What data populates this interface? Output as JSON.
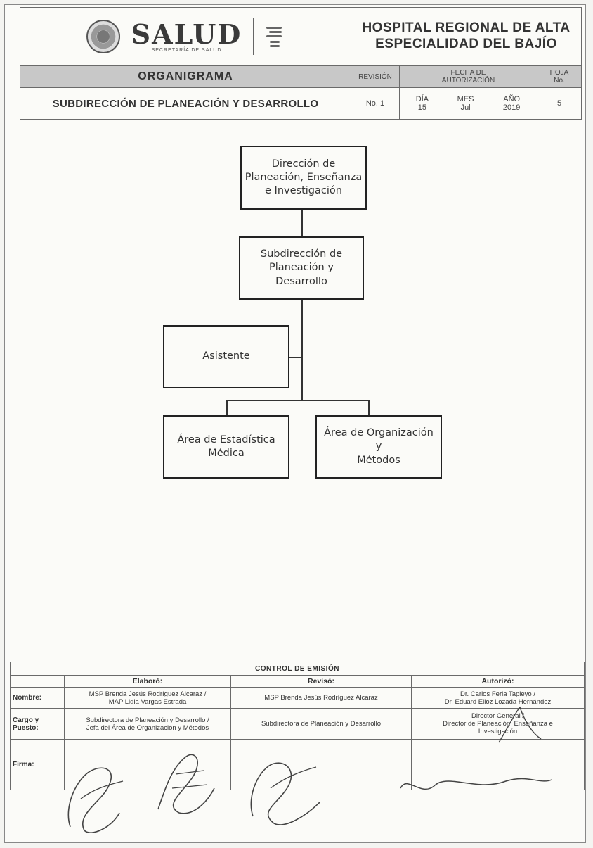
{
  "header": {
    "logo_text": "SALUD",
    "logo_subtext": "SECRETARÍA DE SALUD",
    "hospital_line1": "HOSPITAL REGIONAL DE ALTA",
    "hospital_line2": "ESPECIALIDAD DEL BAJÍO",
    "doc_type": "ORGANIGRAMA",
    "revision_label": "REVISIÓN",
    "fecha_label_line1": "FECHA DE",
    "fecha_label_line2": "AUTORIZACIÓN",
    "hoja_label_line1": "HOJA",
    "hoja_label_line2": "No.",
    "unit_title": "SUBDIRECCIÓN DE PLANEACIÓN Y DESARROLLO",
    "revision_value": "No. 1",
    "dia_label": "DÍA",
    "dia_value": "15",
    "mes_label": "MES",
    "mes_value": "Jul",
    "anio_label": "AÑO",
    "anio_value": "2019",
    "hoja_value": "5"
  },
  "orgchart": {
    "direccion": [
      "Dirección de",
      "Planeación, Enseñanza",
      "e Investigación"
    ],
    "subdireccion": [
      "Subdirección de",
      "Planeación y",
      "Desarrollo"
    ],
    "asistente": "Asistente",
    "estadistica": [
      "Área de Estadística",
      "Médica"
    ],
    "organizacion": [
      "Área de Organización y",
      "Métodos"
    ]
  },
  "control": {
    "title": "CONTROL DE EMISIÓN",
    "col_elaboro": "Elaboró:",
    "col_reviso": "Revisó:",
    "col_autorizo": "Autorizó:",
    "row_nombre": "Nombre:",
    "row_cargo_line1": "Cargo y",
    "row_cargo_line2": "Puesto:",
    "row_firma": "Firma:",
    "elaboro_nombre_1": "MSP Brenda Jesús Rodríguez Alcaraz /",
    "elaboro_nombre_2": "MAP Lidia Vargas Estrada",
    "elaboro_cargo_1": "Subdirectora de Planeación y Desarrollo /",
    "elaboro_cargo_2": "Jefa del Área de Organización y Métodos",
    "reviso_nombre": "MSP Brenda Jesús Rodríguez Alcaraz",
    "reviso_cargo": "Subdirectora de Planeación y Desarrollo",
    "autorizo_nombre_1": "Dr. Carlos Ferla Tapleyo /",
    "autorizo_nombre_2": "Dr. Eduard Elioz Lozada Hernández",
    "autorizo_cargo_1": "Director General /",
    "autorizo_cargo_2": "Director de Planeación, Enseñanza e",
    "autorizo_cargo_3": "Investigación"
  }
}
